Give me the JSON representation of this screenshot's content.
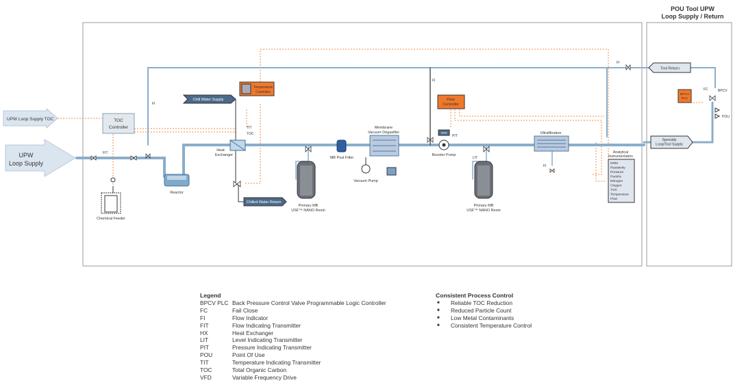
{
  "section_title": [
    "POU Tool UPW",
    "Loop Supply / Return"
  ],
  "inputs": {
    "upw_loop_supply_toc": "UPW Loop Supply TOC",
    "upw_loop_supply": [
      "UPW",
      "Loop Supply"
    ]
  },
  "equipment": {
    "toc_controller": [
      "TOC",
      "Controller"
    ],
    "temperature_controller": [
      "Temperature",
      "Controller"
    ],
    "chill_water_supply": "Chill Water Supply",
    "chilled_water_return": "Chilled Water Return",
    "heat_exchanger": [
      "Heat",
      "Exchanger"
    ],
    "reactor": "Reactor",
    "chemical_feeder": "Chemical Feeder",
    "primary_mb_1": [
      "Primary MB",
      "USF™ NANO Resin"
    ],
    "primary_mb_2": [
      "Primary MB",
      "USF™ NANO Resin"
    ],
    "mb_post_filter": "MB Post Filter",
    "membrane_degasifier": [
      "Membrane",
      "Vacuum Degasifier"
    ],
    "vacuum_pump": "Vacuum Pump",
    "booster_pump": "Booster Pump",
    "flow_controller": [
      "Flow",
      "Controller"
    ],
    "ultrafiltration": "Ultrafiltration",
    "analytical_instrumentation": [
      "Analytical",
      "Instrumentation"
    ],
    "analytical_list": [
      "NRM",
      "Resistivity",
      "Pressure",
      "Particle",
      "Nitrogen",
      "Oxygen",
      "TOC",
      "Temperature",
      "Flow"
    ],
    "tool_return": "Tool Return",
    "specialty_loop": [
      "Specialty",
      "Loop/Tool Supply"
    ],
    "bpcv_plc": [
      "BPCV",
      "PLC"
    ],
    "bpcv": "BPCV",
    "pou": "POU",
    "vfd": "VFD"
  },
  "instrument_tags": {
    "fit": "FIT",
    "fi": "FI",
    "tit": "TIT",
    "toc": "TOC",
    "pit": "PIT",
    "lit": "LIT",
    "fc": "FC"
  },
  "legend": {
    "title": "Legend",
    "items": [
      {
        "abbr": "BPCV PLC",
        "desc": "Back Pressure Control Valve Programmable Logic Controller"
      },
      {
        "abbr": "FC",
        "desc": "Fail Close"
      },
      {
        "abbr": "FI",
        "desc": "Flow Indicator"
      },
      {
        "abbr": "FIT",
        "desc": "Flow Indicating Transmitter"
      },
      {
        "abbr": "HX",
        "desc": "Heat Exchanger"
      },
      {
        "abbr": "LIT",
        "desc": "Level Indicating Transmitter"
      },
      {
        "abbr": "PIT",
        "desc": "Pressure Indicating Transmitter"
      },
      {
        "abbr": "POU",
        "desc": "Point Of Use"
      },
      {
        "abbr": "TIT",
        "desc": "Temperature Indicating Transmitter"
      },
      {
        "abbr": "TOC",
        "desc": "Total Organic Carbon"
      },
      {
        "abbr": "VFD",
        "desc": "Variable Frequency Drive"
      }
    ]
  },
  "process_control": {
    "title": "Consistent Process Control",
    "items": [
      "Reliable TOC Reduction",
      "Reduced Particle Count",
      "Low Metal Contaminants",
      "Consistent Temperature Control"
    ]
  },
  "colors": {
    "pipe": "#8aaecb",
    "signal": "#f08a3c",
    "controller": "#f0782a",
    "arrow_fill": "#dbe5ef",
    "tag_box": "#4b6a8a"
  }
}
